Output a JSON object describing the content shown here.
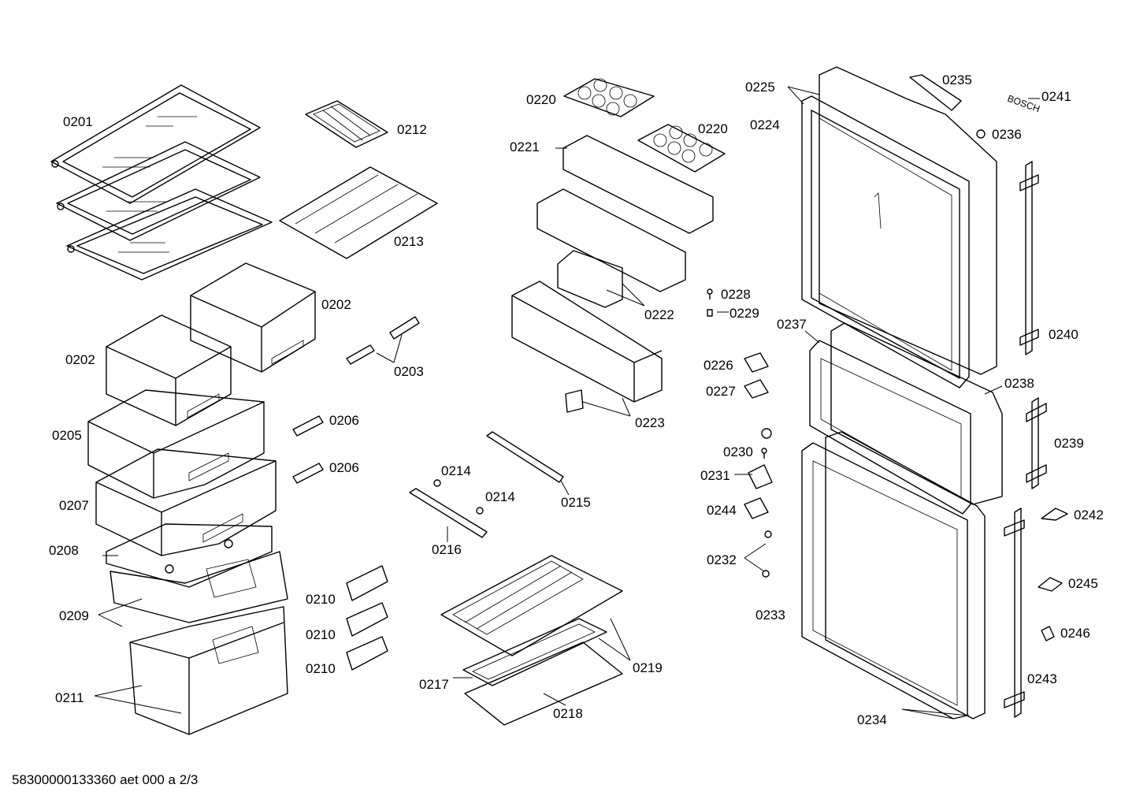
{
  "footer_code": "58300000133360 aet 000 a 2/3",
  "brand_mark": "BOSCH",
  "labels": {
    "p0201": "0201",
    "p0202a": "0202",
    "p0202b": "0202",
    "p0203": "0203",
    "p0205": "0205",
    "p0206a": "0206",
    "p0206b": "0206",
    "p0207": "0207",
    "p0208": "0208",
    "p0209": "0209",
    "p0210a": "0210",
    "p0210b": "0210",
    "p0210c": "0210",
    "p0211": "0211",
    "p0212": "0212",
    "p0213": "0213",
    "p0214a": "0214",
    "p0214b": "0214",
    "p0215": "0215",
    "p0216": "0216",
    "p0217": "0217",
    "p0218": "0218",
    "p0219": "0219",
    "p0220a": "0220",
    "p0220b": "0220",
    "p0221": "0221",
    "p0222": "0222",
    "p0223": "0223",
    "p0224": "0224",
    "p0225": "0225",
    "p0226": "0226",
    "p0227": "0227",
    "p0228": "0228",
    "p0229": "0229",
    "p0230": "0230",
    "p0231": "0231",
    "p0232": "0232",
    "p0233": "0233",
    "p0234": "0234",
    "p0235": "0235",
    "p0236": "0236",
    "p0237": "0237",
    "p0238": "0238",
    "p0239": "0239",
    "p0240": "0240",
    "p0241": "0241",
    "p0242": "0242",
    "p0243": "0243",
    "p0244": "0244",
    "p0245": "0245",
    "p0246": "0246"
  }
}
